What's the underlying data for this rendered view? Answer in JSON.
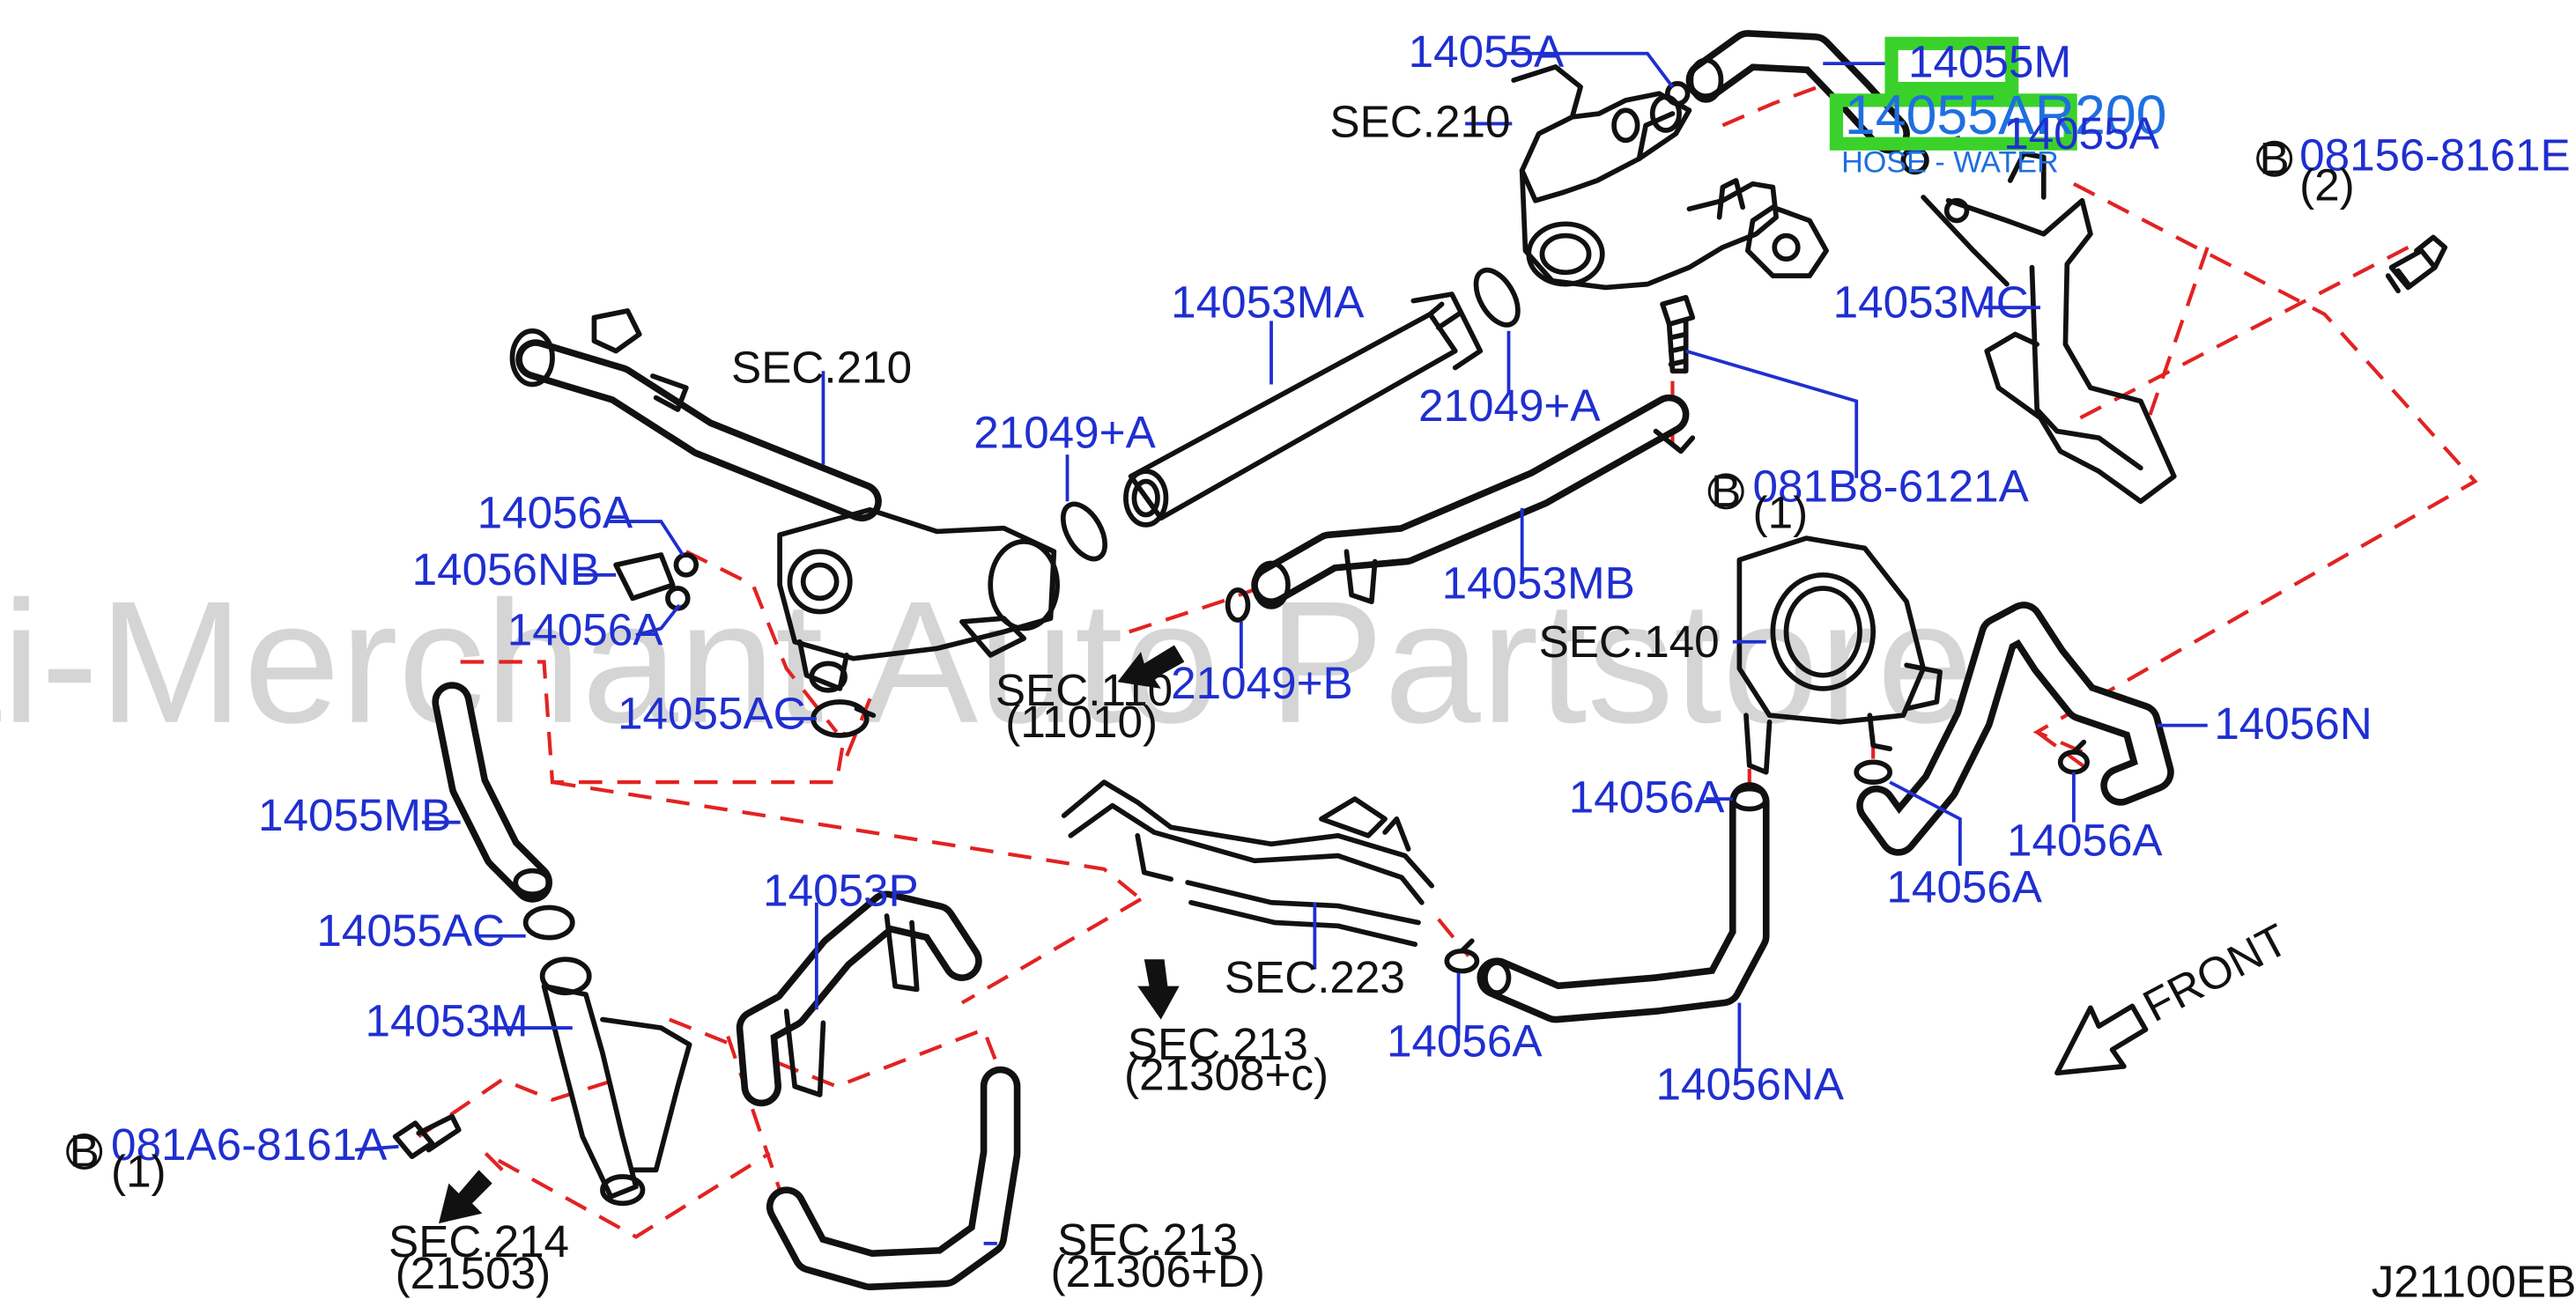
{
  "diagram": {
    "part_labels": [
      {
        "id": "14055A-top",
        "text": "14055A"
      },
      {
        "id": "14055M",
        "text": "14055M"
      },
      {
        "id": "14055AR200",
        "text": "14055AR200"
      },
      {
        "id": "14055A-right",
        "text": "14055A"
      },
      {
        "id": "hose-water",
        "text": "HOSE - WATER"
      },
      {
        "id": "08156-8161E",
        "text": "08156-8161E"
      },
      {
        "id": "08156-qty",
        "text": "(2)"
      },
      {
        "id": "14053MC",
        "text": "14053MC"
      },
      {
        "id": "14053MA",
        "text": "14053MA"
      },
      {
        "id": "21049A-1",
        "text": "21049+A"
      },
      {
        "id": "21049A-2",
        "text": "21049+A"
      },
      {
        "id": "081B8-6121A",
        "text": "081B8-6121A"
      },
      {
        "id": "081B8-qty",
        "text": "(1)"
      },
      {
        "id": "14053MB",
        "text": "14053MB"
      },
      {
        "id": "21049B",
        "text": "21049+B"
      },
      {
        "id": "14056A-1",
        "text": "14056A"
      },
      {
        "id": "14056NB",
        "text": "14056NB"
      },
      {
        "id": "14056A-2",
        "text": "14056A"
      },
      {
        "id": "14055AC-1",
        "text": "14055AC"
      },
      {
        "id": "14055MB",
        "text": "14055MB"
      },
      {
        "id": "14055AC-2",
        "text": "14055AC"
      },
      {
        "id": "14053M",
        "text": "14053M"
      },
      {
        "id": "081A6-8161A",
        "text": "081A6-8161A"
      },
      {
        "id": "081A6-qty",
        "text": "(1)"
      },
      {
        "id": "14053P",
        "text": "14053P"
      },
      {
        "id": "14056A-3",
        "text": "14056A"
      },
      {
        "id": "14056NA",
        "text": "14056NA"
      },
      {
        "id": "14056A-4",
        "text": "14056A"
      },
      {
        "id": "14056A-5",
        "text": "14056A"
      },
      {
        "id": "14056A-6",
        "text": "14056A"
      },
      {
        "id": "14056N",
        "text": "14056N"
      }
    ],
    "section_labels": [
      {
        "id": "sec210-top",
        "text": "SEC.210"
      },
      {
        "id": "sec210-left",
        "text": "SEC.210"
      },
      {
        "id": "sec110",
        "text": "SEC.110"
      },
      {
        "id": "sec110-ref",
        "text": "(11010)"
      },
      {
        "id": "sec140",
        "text": "SEC.140"
      },
      {
        "id": "sec223",
        "text": "SEC.223"
      },
      {
        "id": "sec213-mid",
        "text": "SEC.213"
      },
      {
        "id": "sec213-mid-ref",
        "text": "(21308+c)"
      },
      {
        "id": "sec214",
        "text": "SEC.214"
      },
      {
        "id": "sec214-ref",
        "text": "(21503)"
      },
      {
        "id": "sec213-bot",
        "text": "SEC.213"
      },
      {
        "id": "sec213-bot-ref",
        "text": "(21306+D)"
      }
    ],
    "bolt_marker": "B",
    "front_label": "FRONT",
    "diagram_code": "J21100EB",
    "watermark": "Multi-Merchant Auto Partstore",
    "colors": {
      "part_label": "#1f2fd0",
      "section_label": "#111111",
      "highlight_text": "#1f6fe0",
      "highlight_box": "#3ad22a",
      "dashed_line": "#e32222"
    }
  }
}
